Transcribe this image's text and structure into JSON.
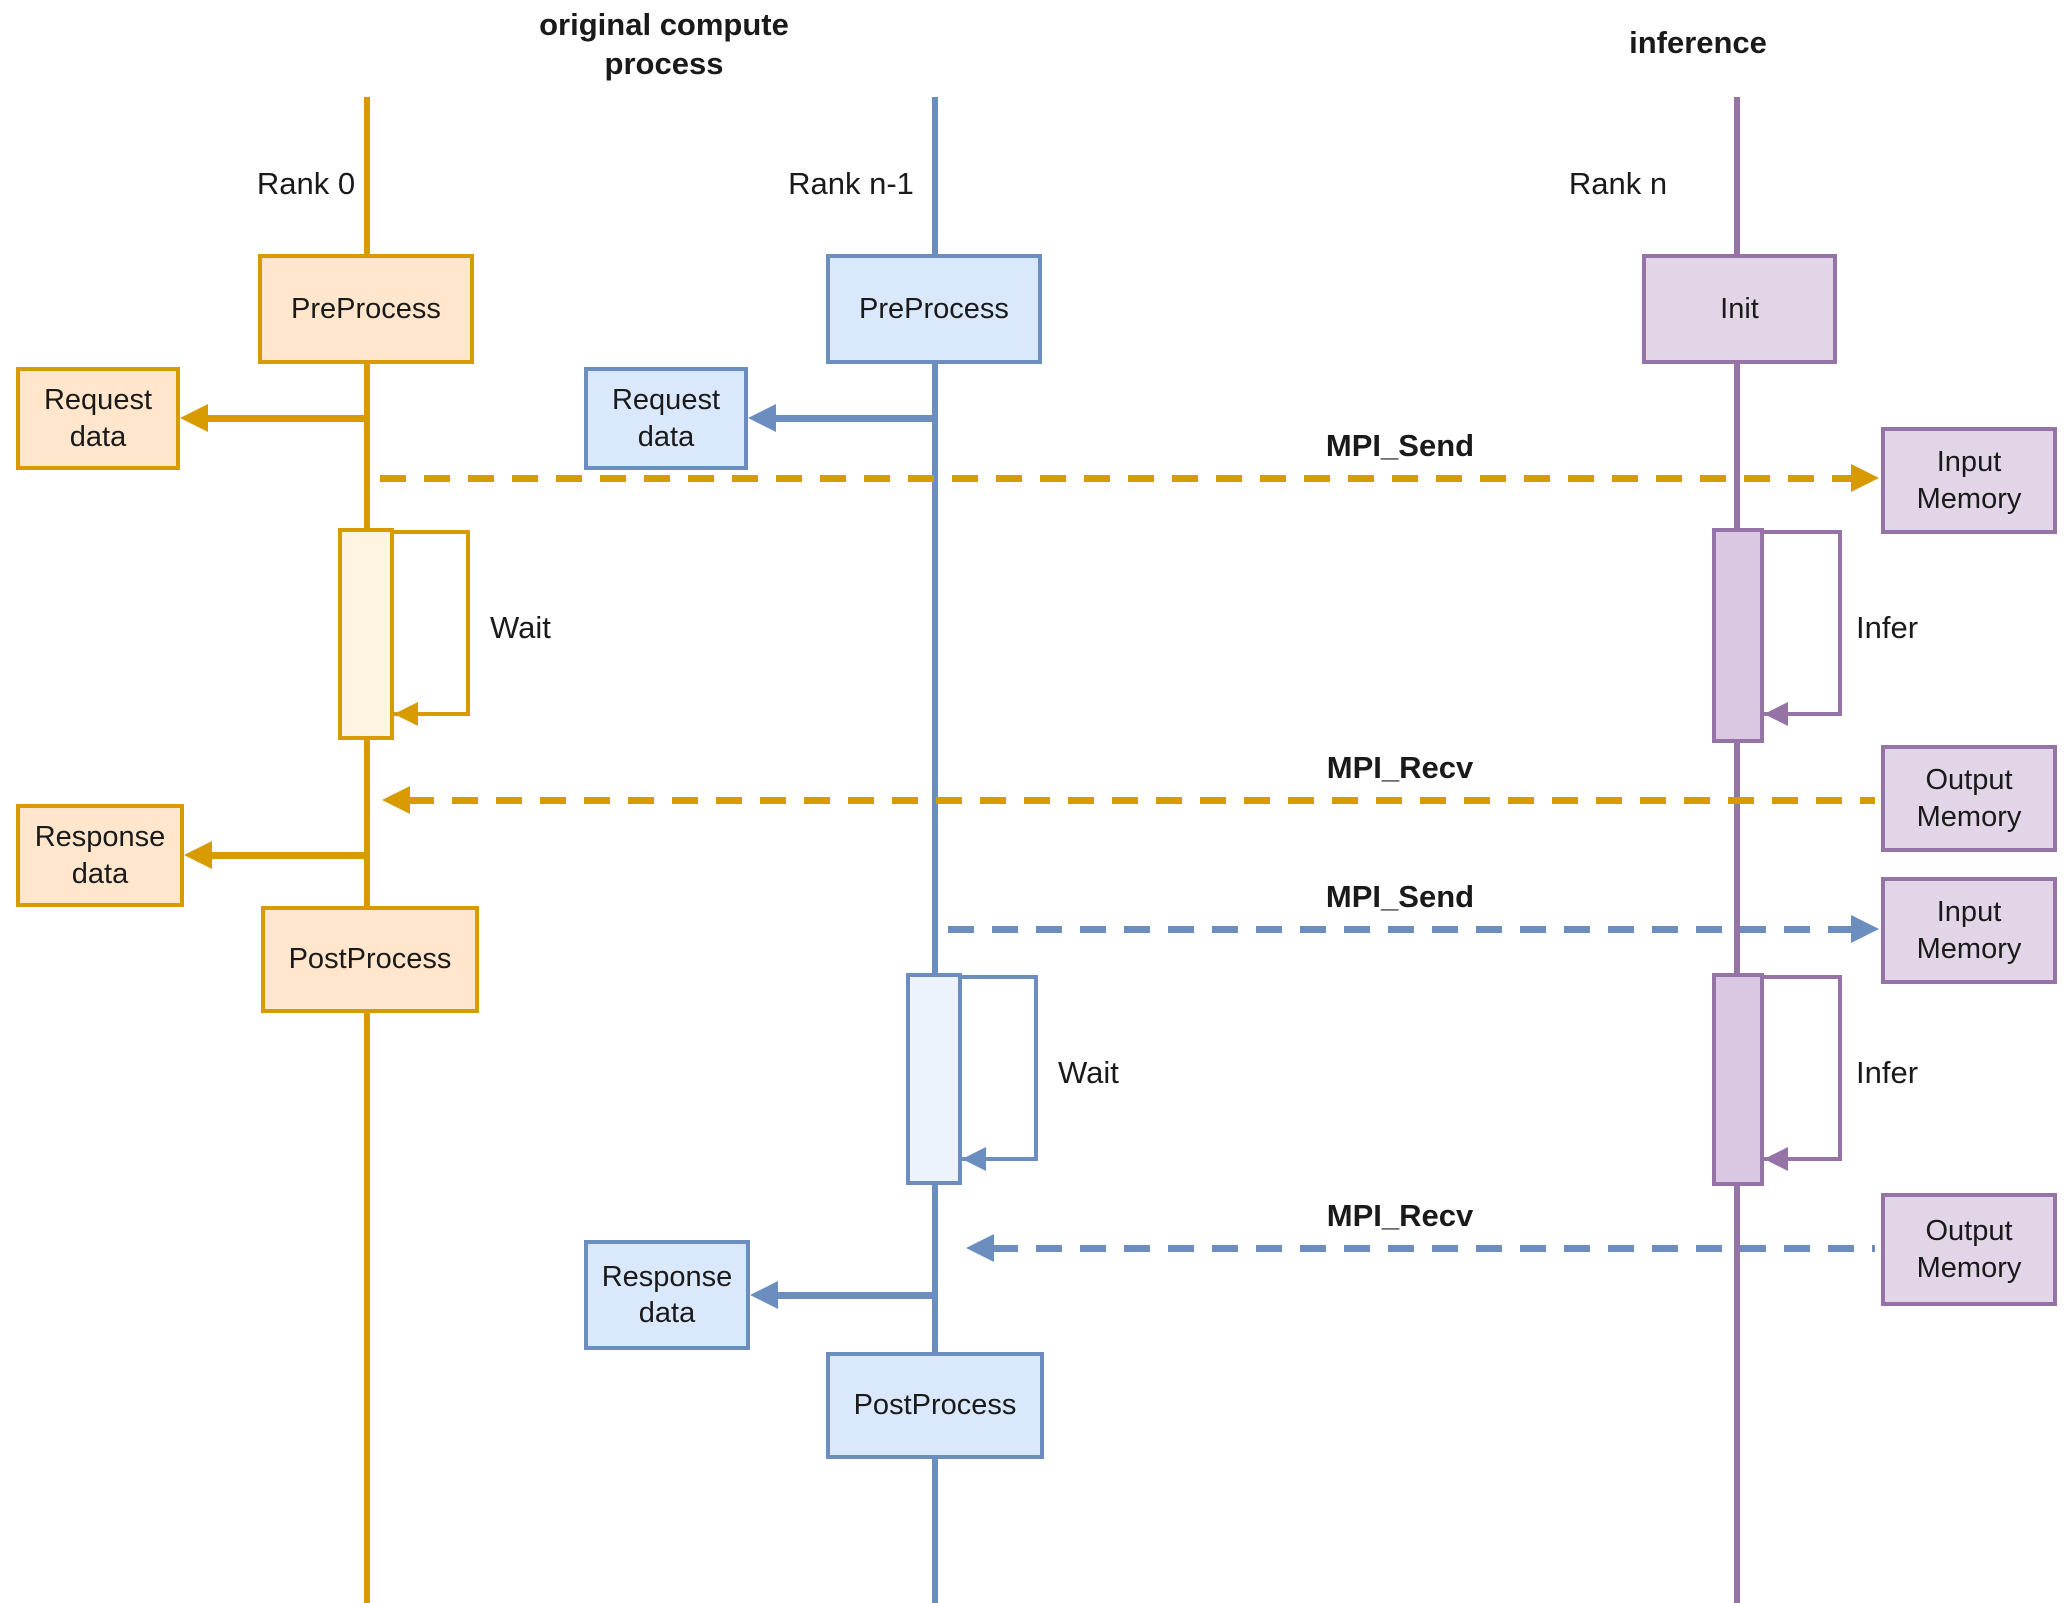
{
  "titles": {
    "compute": "original compute\nprocess",
    "inference": "inference"
  },
  "colors": {
    "orange": "#D79B00",
    "orange_fill": "#FFE6CC",
    "blue": "#6C8EBF",
    "blue_fill": "#DAE8FC",
    "purple": "#9673A6",
    "purple_fill": "#E1D5E7",
    "text": "#1A1A1A"
  },
  "rank0": {
    "label": "Rank 0",
    "preprocess": "PreProcess",
    "request_data": "Request data",
    "wait": "Wait",
    "response_data": "Response data",
    "postprocess": "PostProcess"
  },
  "rankn1": {
    "label": "Rank n-1",
    "preprocess": "PreProcess",
    "request_data": "Request data",
    "wait": "Wait",
    "response_data": "Response data",
    "postprocess": "PostProcess"
  },
  "rankn": {
    "label": "Rank n",
    "init": "Init",
    "infer1": "Infer",
    "infer2": "Infer",
    "input_memory1": "Input Memory",
    "output_memory1": "Output Memory",
    "input_memory2": "Input Memory",
    "output_memory2": "Output Memory"
  },
  "messages": {
    "send1": "MPI_Send",
    "recv1": "MPI_Recv",
    "send2": "MPI_Send",
    "recv2": "MPI_Recv"
  }
}
